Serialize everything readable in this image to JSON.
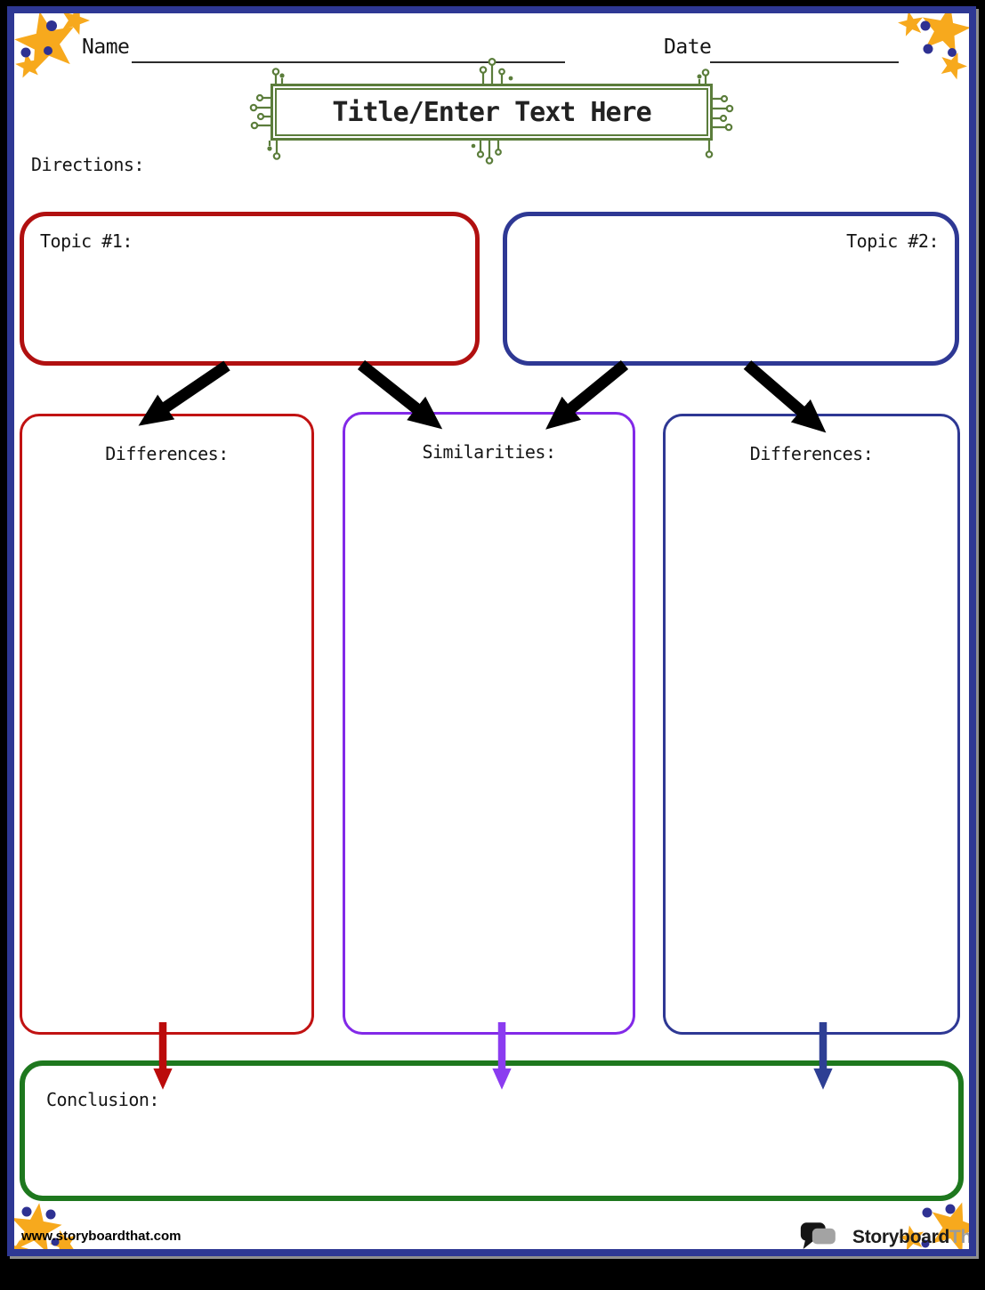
{
  "header": {
    "name_label": "Name",
    "date_label": "Date"
  },
  "title": "Title/Enter Text Here",
  "directions_label": "Directions:",
  "topics": [
    {
      "label": "Topic #1:",
      "color": "#b11010"
    },
    {
      "label": "Topic #2:",
      "color": "#2e3894"
    }
  ],
  "columns": [
    {
      "label": "Differences:",
      "color": "#c11212"
    },
    {
      "label": "Similarities:",
      "color": "#8229e8"
    },
    {
      "label": "Differences:",
      "color": "#2e3894"
    }
  ],
  "conclusion_label": "Conclusion:",
  "footer": {
    "url": "www.storyboardthat.com",
    "brand_primary": "Storyboard",
    "brand_secondary": "That"
  },
  "colors": {
    "page_border": "#2e3894",
    "title_border": "#5b7d3b",
    "conclusion_border": "#1e781e",
    "arrow_black": "#000000",
    "arrow_red": "#bb0b0b",
    "arrow_purple": "#8b3cf0",
    "arrow_navy": "#2e3f94",
    "star_yellow": "#f7a91d",
    "dot_blue": "#2e3192"
  },
  "icons": {
    "logo": "speech-bubbles-icon",
    "corner_decoration": "star-icon",
    "title_decoration": "circuit-icon"
  }
}
